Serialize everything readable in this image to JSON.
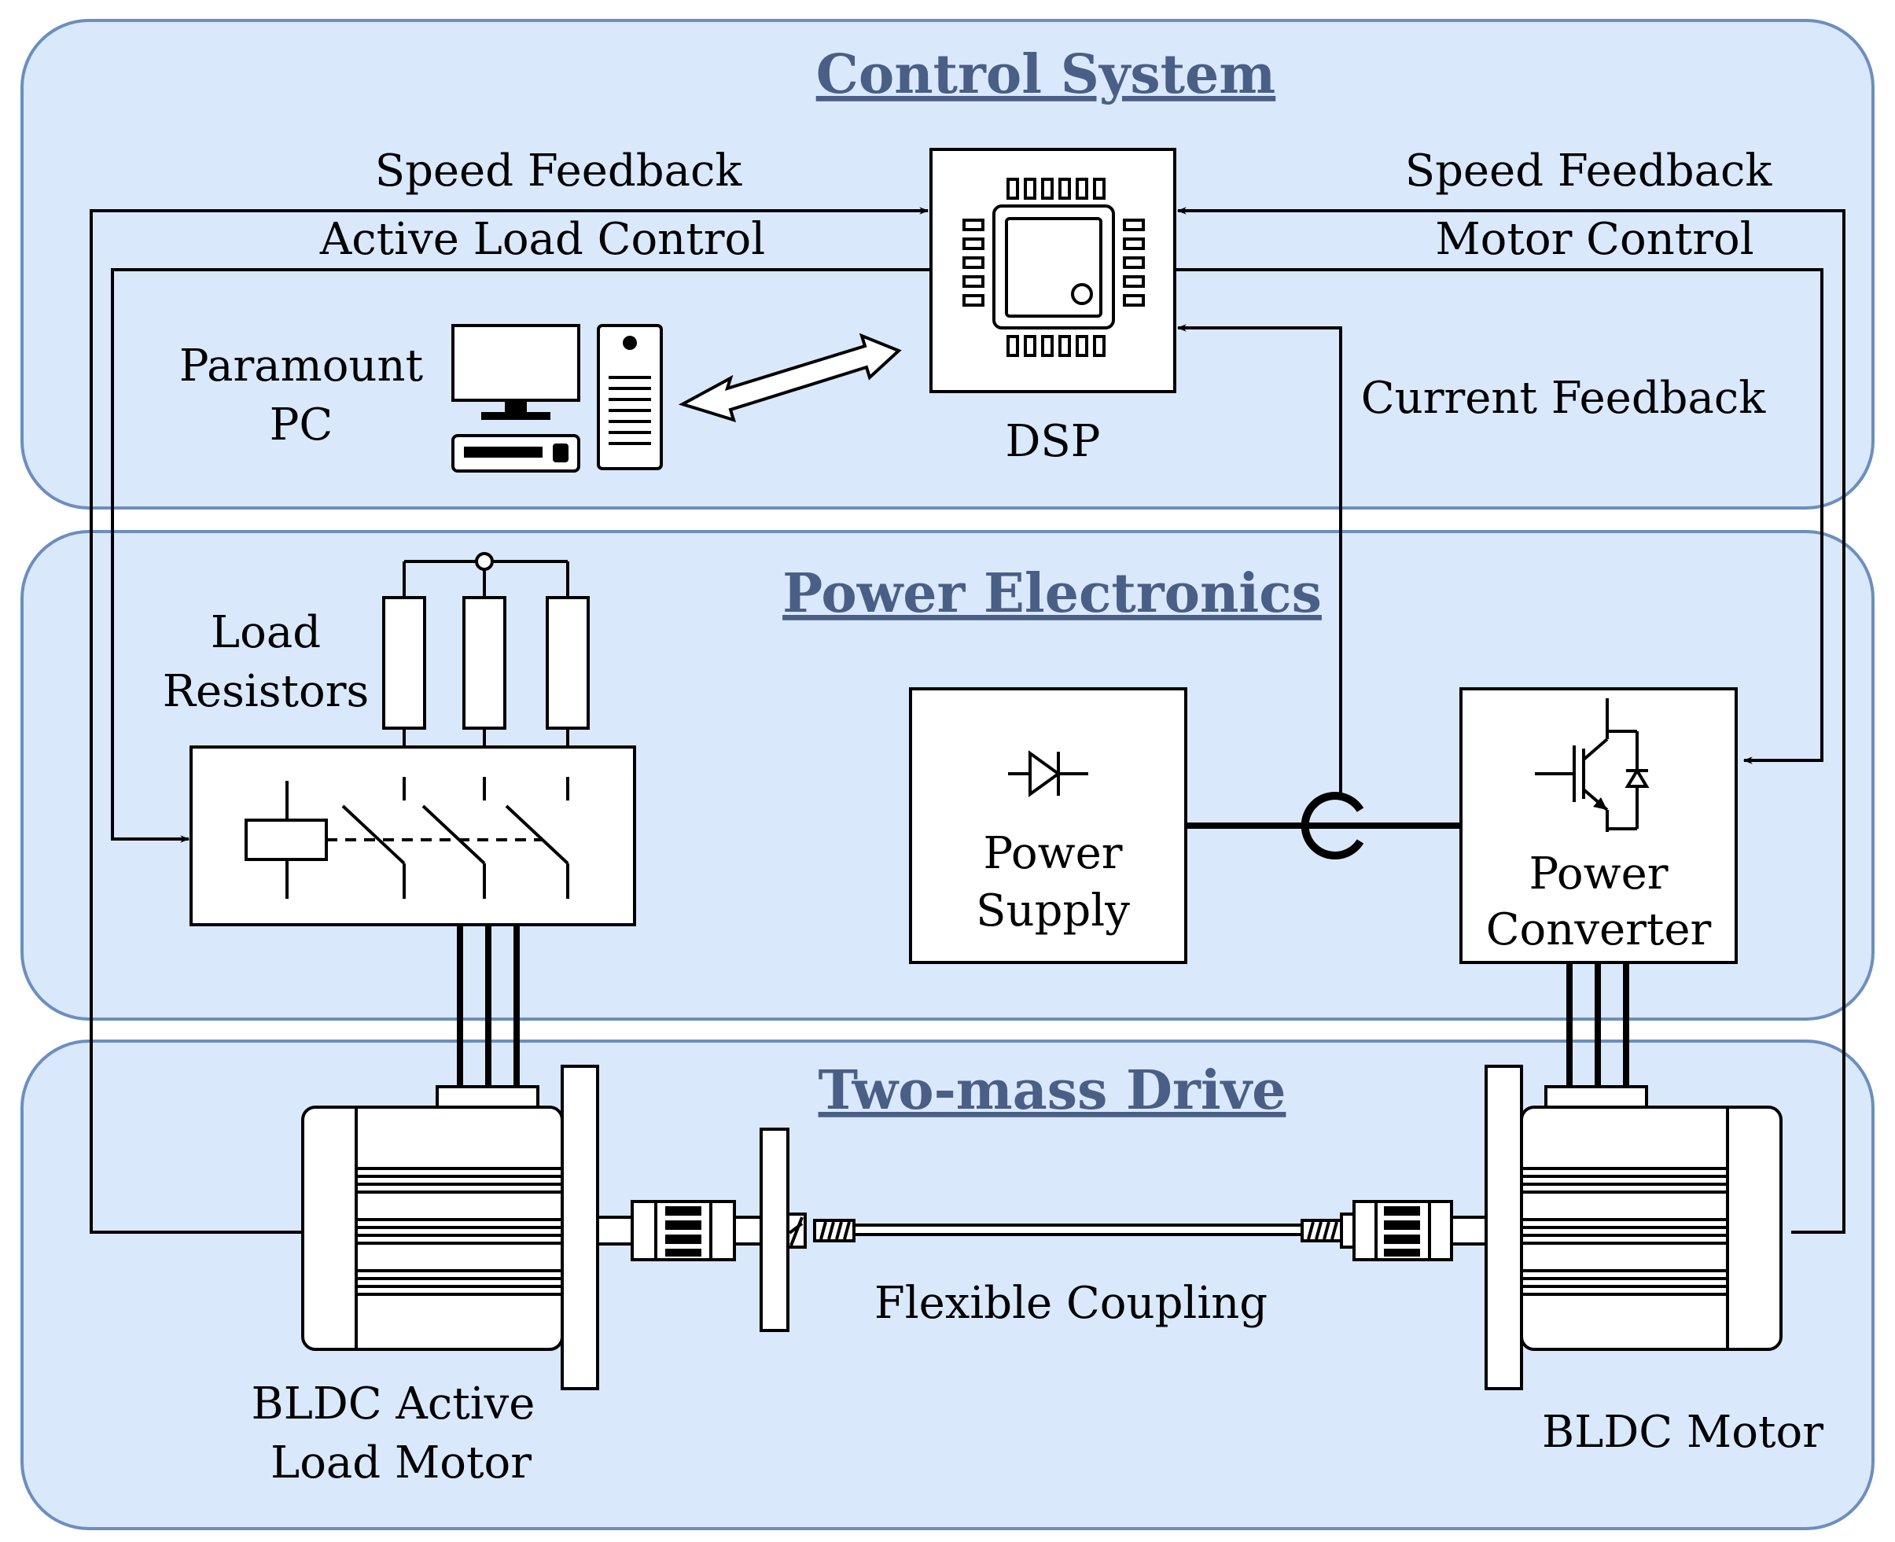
{
  "sections": {
    "control_system": "Control System",
    "power_electronics": "Power Electronics",
    "two_mass_drive": "Two-mass Drive"
  },
  "signals": {
    "speed_feedback_left": "Speed Feedback",
    "active_load_control": "Active Load Control",
    "speed_feedback_right": "Speed Feedback",
    "motor_control": "Motor Control",
    "current_feedback": "Current Feedback"
  },
  "components": {
    "pc_line1": "Paramount",
    "pc_line2": "PC",
    "dsp": "DSP",
    "load_resistors_line1": "Load",
    "load_resistors_line2": "Resistors",
    "power_supply_line1": "Power",
    "power_supply_line2": "Supply",
    "power_converter_line1": "Power",
    "power_converter_line2": "Converter",
    "flexible_coupling": "Flexible Coupling",
    "active_motor_line1": "BLDC Active",
    "active_motor_line2": "Load Motor",
    "bldc_motor": "BLDC Motor"
  },
  "colors": {
    "panel_fill": "#dae8fc",
    "panel_border": "#6c8ebf",
    "title_text": "#4a5f86"
  }
}
